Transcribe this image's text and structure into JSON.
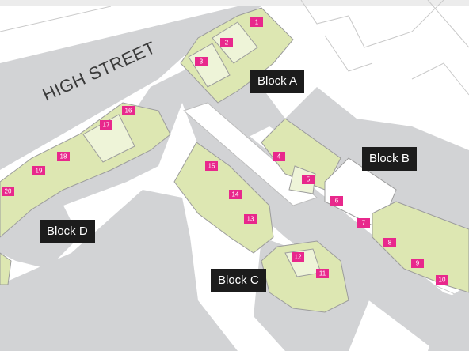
{
  "map": {
    "street_label": "HIGH STREET",
    "blocks": [
      {
        "id": "A",
        "label": "Block A"
      },
      {
        "id": "B",
        "label": "Block B"
      },
      {
        "id": "C",
        "label": "Block C"
      },
      {
        "id": "D",
        "label": "Block D"
      }
    ],
    "units": [
      "1",
      "2",
      "3",
      "4",
      "5",
      "6",
      "7",
      "8",
      "9",
      "10",
      "11",
      "12",
      "13",
      "14",
      "15",
      "16",
      "17",
      "18",
      "19",
      "20"
    ],
    "colors": {
      "road": "#d2d3d5",
      "building_outline": "#a8a8a8",
      "unit_fill_green": "#dde7b2",
      "unit_fill_light": "#eef4d8",
      "unit_marker": "#e8288c",
      "label_bg": "#1c1c1c"
    }
  }
}
